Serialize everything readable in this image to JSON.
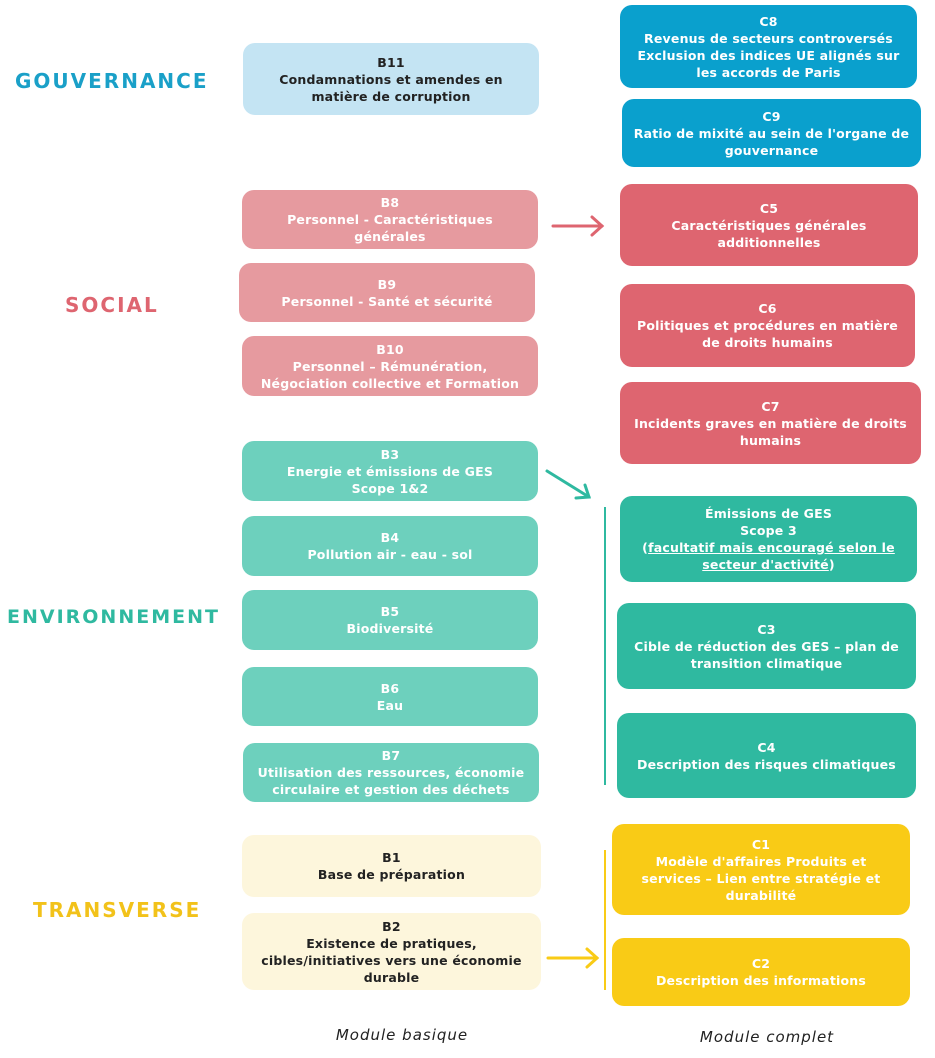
{
  "categories": {
    "gouvernance": "GOUVERNANCE",
    "social": "SOCIAL",
    "environnement": "ENVIRONNEMENT",
    "transverse": "TRANSVERSE"
  },
  "colors": {
    "gouvernance": "#0aa0cd",
    "social": "#de6570",
    "environnement": "#2fb9a0",
    "transverse": "#f9cb16"
  },
  "basic": {
    "b11": {
      "code": "B11",
      "text": "Condamnations et amendes en matière de corruption"
    },
    "b8": {
      "code": "B8",
      "text": "Personnel - Caractéristiques générales"
    },
    "b9": {
      "code": "B9",
      "text": "Personnel - Santé et sécurité"
    },
    "b10": {
      "code": "B10",
      "text": "Personnel – Rémunération, Négociation collective et Formation"
    },
    "b3": {
      "code": "B3",
      "text": "Energie et émissions de GES",
      "text2": "Scope 1&2"
    },
    "b4": {
      "code": "B4",
      "text": "Pollution air - eau - sol"
    },
    "b5": {
      "code": "B5",
      "text": "Biodiversité"
    },
    "b6": {
      "code": "B6",
      "text": "Eau"
    },
    "b7": {
      "code": "B7",
      "text": "Utilisation des ressources, économie circulaire et gestion des déchets"
    },
    "b1": {
      "code": "B1",
      "text": "Base de préparation"
    },
    "b2": {
      "code": "B2",
      "text": "Existence de pratiques, cibles/initiatives vers une économie durable"
    }
  },
  "complete": {
    "c8": {
      "code": "C8",
      "text": "Revenus de secteurs controversés",
      "text2": "Exclusion des indices UE alignés sur les accords de Paris"
    },
    "c9": {
      "code": "C9",
      "text": "Ratio de mixité au sein de l'organe de gouvernance"
    },
    "c5": {
      "code": "C5",
      "text": "Caractéristiques générales additionnelles"
    },
    "c6": {
      "code": "C6",
      "text": "Politiques et procédures en matière de droits humains"
    },
    "c7": {
      "code": "C7",
      "text": "Incidents graves en matière de droits humains"
    },
    "ges": {
      "title": "Émissions de GES",
      "text": "Scope 3",
      "open": "(",
      "note": "facultatif mais encouragé selon le secteur d'activité",
      "close": ")"
    },
    "c3": {
      "code": "C3",
      "text": "Cible de réduction des GES – plan de transition climatique"
    },
    "c4": {
      "code": "C4",
      "text": "Description des risques climatiques"
    },
    "c1": {
      "code": "C1",
      "text": "Modèle d'affaires Produits et services – Lien entre stratégie et durabilité"
    },
    "c2": {
      "code": "C2",
      "text": "Description des informations"
    }
  },
  "footer": {
    "basic": "Module basique",
    "complete": "Module complet"
  }
}
